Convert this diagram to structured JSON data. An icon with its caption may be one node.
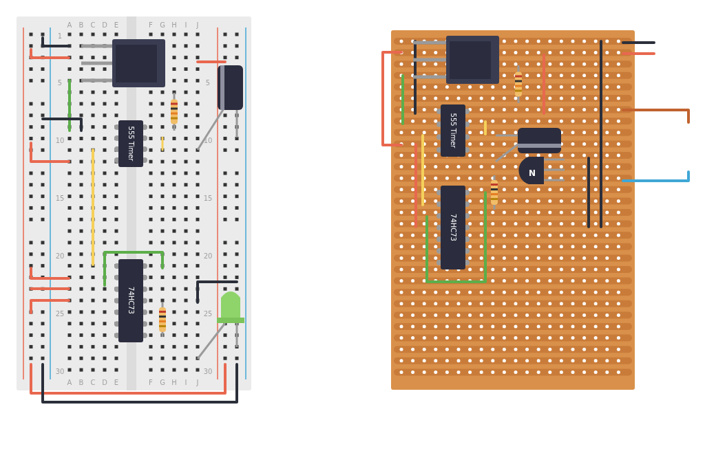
{
  "diagram": {
    "labels": [
      "A",
      "B",
      "C",
      "D",
      "E",
      "F",
      "G",
      "H",
      "I",
      "J",
      "1",
      "5",
      "5",
      "555 Timer",
      "10",
      "10",
      "15",
      "15",
      "20",
      "20",
      "74HC73",
      "25",
      "25",
      "30",
      "30",
      "A",
      "B",
      "C",
      "D",
      "E",
      "F",
      "G",
      "H",
      "I",
      "J",
      "555 Timer",
      "N",
      "74HC73"
    ]
  }
}
